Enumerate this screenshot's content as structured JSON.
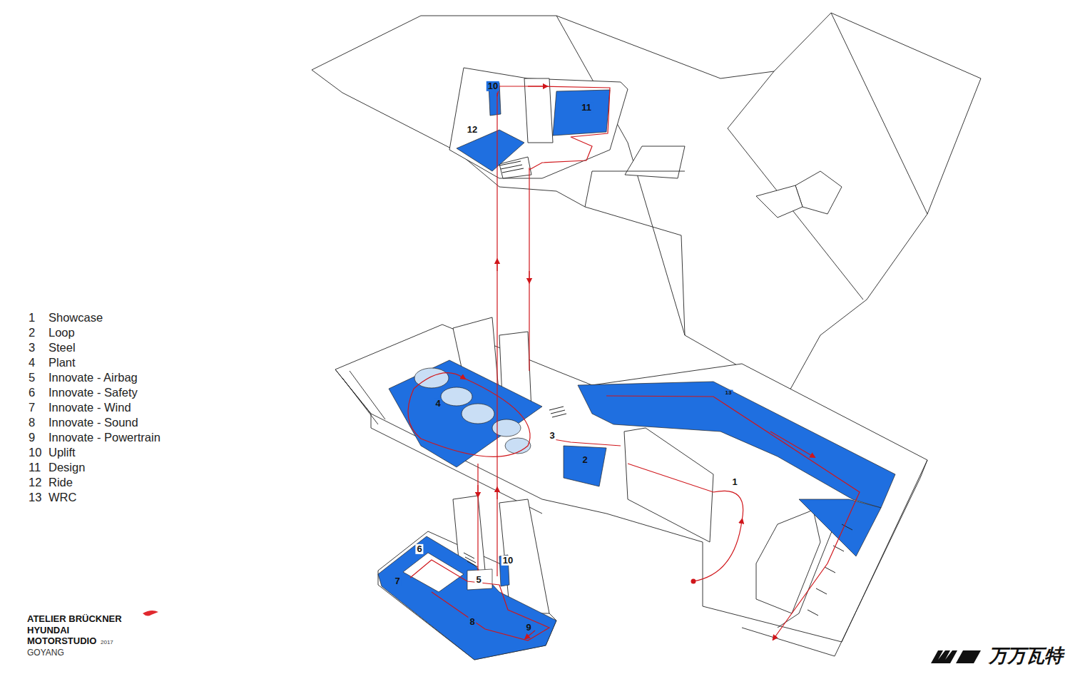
{
  "diagram": {
    "labels": [
      "10",
      "11",
      "12",
      "13",
      "4",
      "3",
      "2",
      "1",
      "6",
      "5",
      "10",
      "7",
      "8",
      "9",
      "1",
      "Showcase",
      "2",
      "Loop",
      "3",
      "Steel",
      "4",
      "Plant",
      "5",
      "Innovate - Airbag",
      "6",
      "Innovate - Safety",
      "7",
      "Innovate - Wind",
      "8",
      "Innovate - Sound",
      "9",
      "Innovate - Powertrain",
      "10",
      "Uplift",
      "11",
      "Design",
      "12",
      "Ride",
      "13",
      "WRC",
      "ATELIER BRÜCKNER",
      "HYUNDAI",
      "MOTORSTUDIO",
      "2017",
      "GOYANG",
      "万万瓦特"
    ]
  }
}
